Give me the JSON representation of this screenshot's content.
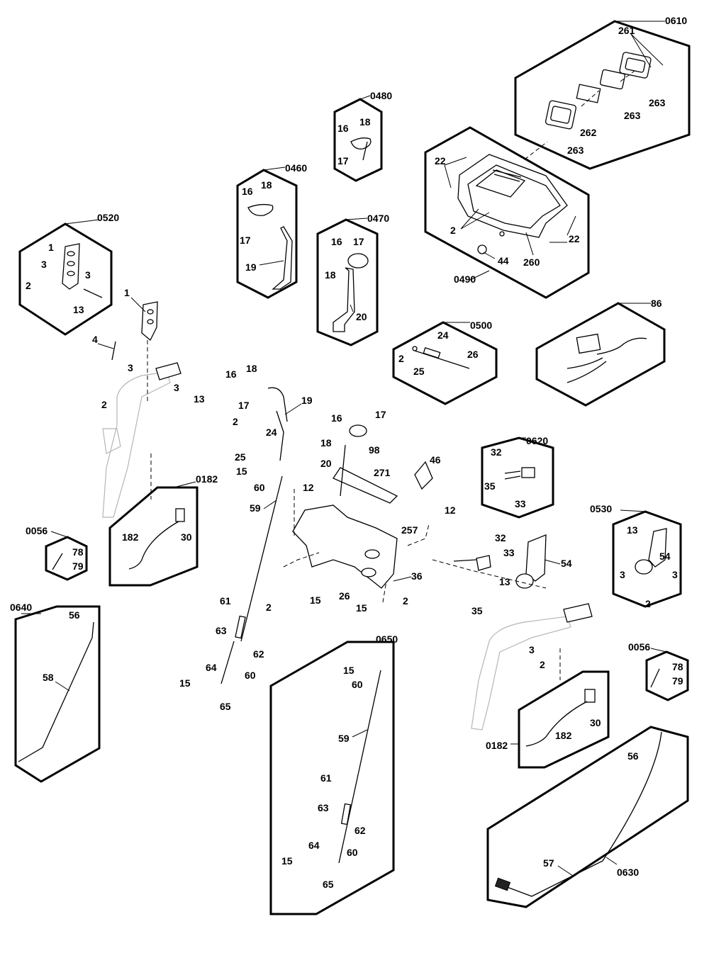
{
  "diagram": {
    "group_codes": {
      "g0610": "0610",
      "g0480": "0480",
      "g0460": "0460",
      "g0470": "0470",
      "g0490": "0490",
      "g0520": "0520",
      "g0500": "0500",
      "g86": "86",
      "g0620": "0620",
      "g0530": "0530",
      "g0182a": "0182",
      "g0182b": "0182",
      "g0056a": "0056",
      "g0056b": "0056",
      "g0640": "0640",
      "g0650": "0650",
      "g0630": "0630"
    },
    "labels": {
      "c0610_261": "261",
      "c0610_263a": "263",
      "c0610_263b": "263",
      "c0610_262": "262",
      "c0610_263c": "263",
      "c0480_16": "16",
      "c0480_18": "18",
      "c0480_17": "17",
      "c0460_16": "16",
      "c0460_18": "18",
      "c0460_17": "17",
      "c0460_19": "19",
      "c0470_16": "16",
      "c0470_17": "17",
      "c0470_18": "18",
      "c0470_20": "20",
      "c0490_22a": "22",
      "c0490_2": "2",
      "c0490_22b": "22",
      "c0490_44": "44",
      "c0490_260": "260",
      "c0520_1": "1",
      "c0520_3a": "3",
      "c0520_3b": "3",
      "c0520_2": "2",
      "c0520_13": "13",
      "c0500_24": "24",
      "c0500_2": "2",
      "c0500_26": "26",
      "c0500_25": "25",
      "c0620_32": "32",
      "c0620_35": "35",
      "c0620_33": "33",
      "c0530_13": "13",
      "c0530_54": "54",
      "c0530_3a": "3",
      "c0530_3b": "3",
      "c0530_2": "2",
      "c0182a_182": "182",
      "c0182a_30": "30",
      "c0182b_182": "182",
      "c0182b_30": "30",
      "c0056a_78": "78",
      "c0056a_79": "79",
      "c0056b_78": "78",
      "c0056b_79": "79",
      "c0640_56": "56",
      "c0640_58": "58",
      "c0650_15": "15",
      "c0650_60": "60",
      "c0650_59": "59",
      "c0650_61": "61",
      "c0650_63": "63",
      "c0650_62": "62",
      "c0650_64": "64",
      "c0650_60b": "60",
      "c0650_15b": "15",
      "c0650_65": "65",
      "c0630_56": "56",
      "c0630_57": "57",
      "m_1": "1",
      "m_4": "4",
      "m_3a": "3",
      "m_2a": "2",
      "m_3b": "3",
      "m_13a": "13",
      "m_16a": "16",
      "m_18a": "18",
      "m_17a": "17",
      "m_19": "19",
      "m_2b": "2",
      "m_24": "24",
      "m_25": "25",
      "m_15a": "15",
      "m_60a": "60",
      "m_59": "59",
      "m_16b": "16",
      "m_17b": "17",
      "m_18b": "18",
      "m_98": "98",
      "m_20": "20",
      "m_271": "271",
      "m_46": "46",
      "m_12a": "12",
      "m_12b": "12",
      "m_257": "257",
      "m_36": "36",
      "m_26": "26",
      "m_15b": "15",
      "m_2c": "2",
      "m_15c": "15",
      "m_2d": "2",
      "m_61": "61",
      "m_63": "63",
      "m_62": "62",
      "m_64": "64",
      "m_60b": "60",
      "m_15d": "15",
      "m_65": "65",
      "m_32": "32",
      "m_33": "33",
      "m_54": "54",
      "m_13b": "13",
      "m_35": "35",
      "m_3c": "3",
      "m_2e": "2"
    }
  }
}
